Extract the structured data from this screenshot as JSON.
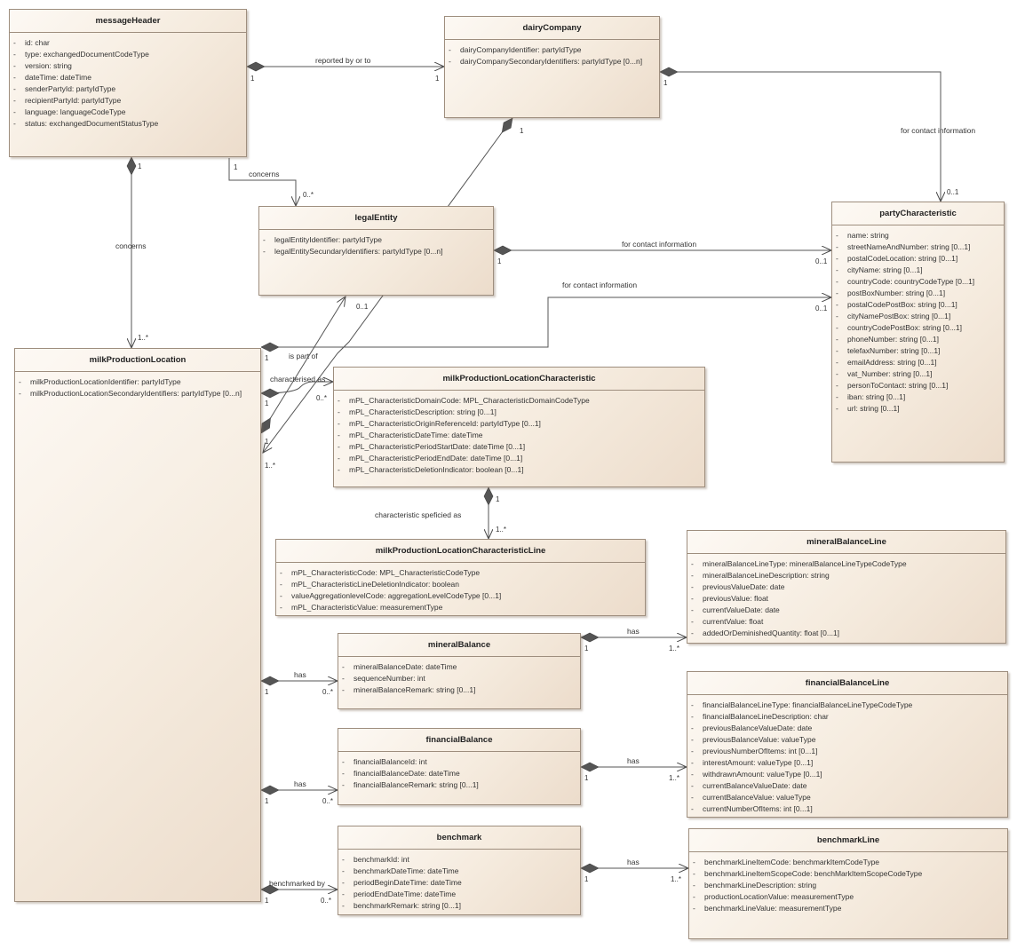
{
  "classes": {
    "messageHeader": {
      "name": "messageHeader",
      "attrs": [
        "id: char",
        "type: exchangedDocumentCodeType",
        "version: string",
        "dateTime: dateTime",
        "senderPartyId: partyIdType",
        "recipientPartyId: partyIdType",
        "language: languageCodeType",
        "status: exchangedDocumentStatusType"
      ]
    },
    "dairyCompany": {
      "name": "dairyCompany",
      "attrs": [
        "dairyCompanyIdentifier: partyIdType",
        "dairyCompanySecondaryIdentifiers: partyIdType [0...n]"
      ]
    },
    "legalEntity": {
      "name": "legalEntity",
      "attrs": [
        "legalEntityIdentifier: partyIdType",
        "legalEntitySecundaryIdentifiers: partyIdType [0...n]"
      ]
    },
    "partyCharacteristic": {
      "name": "partyCharacteristic",
      "attrs": [
        "name: string",
        "streetNameAndNumber: string [0...1]",
        "postalCodeLocation: string [0...1]",
        "cityName: string [0...1]",
        "countryCode: countryCodeType [0...1]",
        "postBoxNumber: string [0...1]",
        "postalCodePostBox: string [0...1]",
        "cityNamePostBox: string [0...1]",
        "countryCodePostBox: string [0...1]",
        "phoneNumber: string [0...1]",
        "telefaxNumber: string [0...1]",
        "emailAddress: string [0...1]",
        "vat_Number: string [0...1]",
        "personToContact: string [0...1]",
        "iban: string [0...1]",
        "url: string [0...1]"
      ]
    },
    "milkProductionLocation": {
      "name": "milkProductionLocation",
      "attrs": [
        "milkProductionLocationIdentifier: partyIdType",
        "milkProductionLocationSecondaryIdentifiers: partyIdType [0...n]"
      ]
    },
    "milkProductionLocationCharacteristic": {
      "name": "milkProductionLocationCharacteristic",
      "attrs": [
        "mPL_CharacteristicDomainCode: MPL_CharacteristicDomainCodeType",
        "mPL_CharacteristicDescription: string [0...1]",
        "mPL_CharacteristicOriginReferenceId: partyIdType [0...1]",
        "mPL_CharacteristicDateTime: dateTime",
        "mPL_CharacteristicPeriodStartDate: dateTime [0...1]",
        "mPL_CharacteristicPeriodEndDate: dateTime [0...1]",
        "mPL_CharacteristicDeletionIndicator: boolean [0...1]"
      ]
    },
    "milkProductionLocationCharacteristicLine": {
      "name": "milkProductionLocationCharacteristicLine",
      "attrs": [
        "mPL_CharacteristicCode: MPL_CharacteristicCodeType",
        "mPL_CharacteristicLineDeletionIndicator: boolean",
        "valueAggregationlevelCode: aggregationLevelCodeType [0...1]",
        "mPL_CharacteristicValue: measurementType"
      ]
    },
    "mineralBalanceLine": {
      "name": "mineralBalanceLine",
      "attrs": [
        "mineralBalanceLineType: mineralBalanceLineTypeCodeType",
        "mineralBalanceLineDescription: string",
        "previousValueDate: date",
        "previousValue: float",
        "currentValueDate: date",
        "currentValue: float",
        "addedOrDeminishedQuantity: float [0...1]"
      ]
    },
    "mineralBalance": {
      "name": "mineralBalance",
      "attrs": [
        "mineralBalanceDate: dateTime",
        "sequenceNumber: int",
        "mineralBalanceRemark: string [0...1]"
      ]
    },
    "financialBalanceLine": {
      "name": "financialBalanceLine",
      "attrs": [
        "financialBalanceLineType: financialBalanceLineTypeCodeType",
        "financialBalanceLineDescription: char",
        "previousBalanceValueDate: date",
        "previousBalanceValue: valueType",
        "previousNumberOfItems: int [0...1]",
        "interestAmount: valueType [0...1]",
        "withdrawnAmount: valueType [0...1]",
        "currentBalanceValueDate: date",
        "currentBalanceValue: valueType",
        "currentNumberOfItems: int [0...1]"
      ]
    },
    "financialBalance": {
      "name": "financialBalance",
      "attrs": [
        "financialBalanceId: int",
        "financialBalanceDate: dateTime",
        "financialBalanceRemark: string [0...1]"
      ]
    },
    "benchmark": {
      "name": "benchmark",
      "attrs": [
        "benchmarkId: int",
        "benchmarkDateTime: dateTime",
        "periodBeginDateTime: dateTime",
        "periodEndDateTime: dateTime",
        "benchmarkRemark: string [0...1]"
      ]
    },
    "benchmarkLine": {
      "name": "benchmarkLine",
      "attrs": [
        "benchmarkLineItemCode: benchmarkItemCodeType",
        "benchmarkLineItemScopeCode: benchMarkItemScopeCodeType",
        "benchmarkLineDescription: string",
        "productionLocationValue: measurementType",
        "benchmarkLineValue: measurementType"
      ]
    }
  },
  "relations": {
    "mh_dc": {
      "label": "reported by or to",
      "m1": "1",
      "m2": "1"
    },
    "mh_le": {
      "label": "concerns",
      "m1": "1",
      "m2": "0..*"
    },
    "mh_mpl": {
      "label": "concerns",
      "m1": "1",
      "m2": "1..*"
    },
    "dc_pc": {
      "label": "for contact information",
      "m1": "1",
      "m2": "0..1"
    },
    "le_pc": {
      "label": "for contact information",
      "m1": "1",
      "m2": "0..1"
    },
    "mpl_pc": {
      "label": "for contact information",
      "m1": "1",
      "m2": "0..1"
    },
    "dc_mpl": {
      "label": "concerns",
      "m1": "1",
      "m2": "1..*"
    },
    "mpl_le": {
      "label": "is part of",
      "m1": "1",
      "m2": "0..1"
    },
    "mpl_mplc": {
      "label": "characterised as",
      "m1": "1",
      "m2": "0..*"
    },
    "mplc_line": {
      "label": "characteristic speficied as",
      "m1": "1",
      "m2": "1..*"
    },
    "mpl_mb": {
      "label": "has",
      "m1": "1",
      "m2": "0..*"
    },
    "mb_mbl": {
      "label": "has",
      "m1": "1",
      "m2": "1..*"
    },
    "mpl_fb": {
      "label": "has",
      "m1": "1",
      "m2": "0..*"
    },
    "fb_fbl": {
      "label": "has",
      "m1": "1",
      "m2": "1..*"
    },
    "mpl_bm": {
      "label": "benchmarked by",
      "m1": "1",
      "m2": "0..*"
    },
    "bm_bml": {
      "label": "has",
      "m1": "1",
      "m2": "1..*"
    }
  }
}
